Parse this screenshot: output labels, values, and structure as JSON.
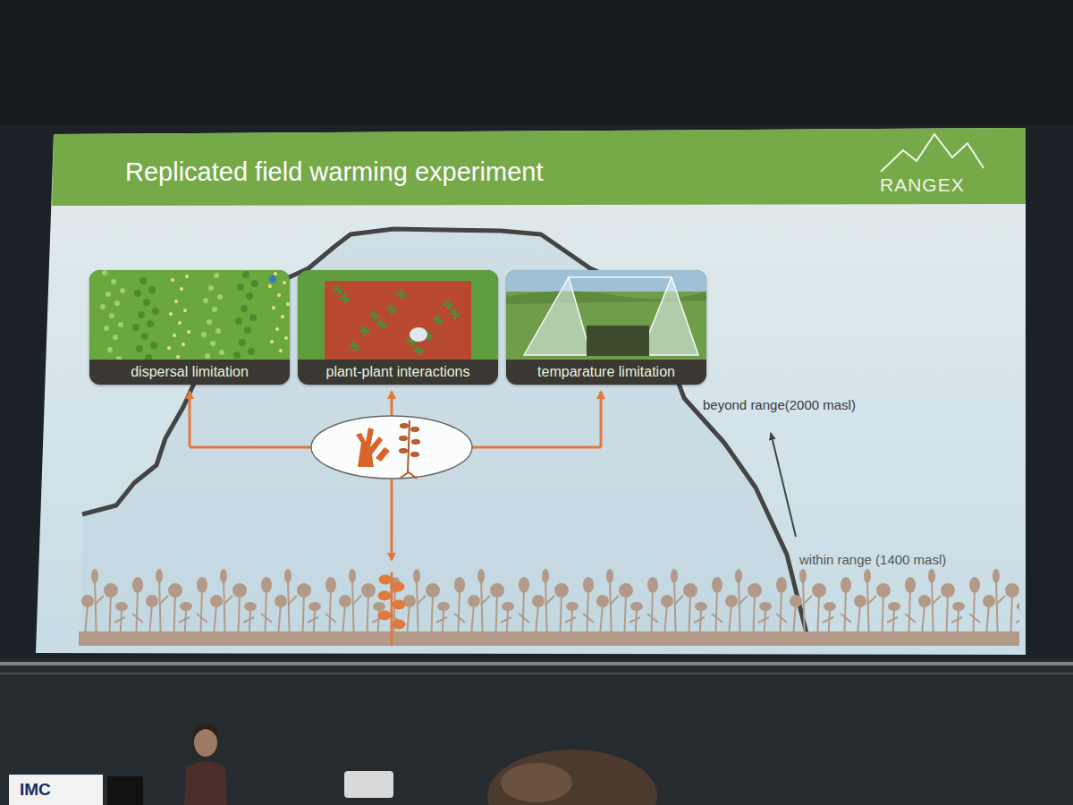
{
  "diagram": {
    "title": "Replicated field warming experiment",
    "nodes": [
      {
        "text": [
          "dispersal limitation"
        ]
      },
      {
        "text": [
          "plant-plant interactions"
        ]
      },
      {
        "text": [
          "temparature limitation"
        ]
      }
    ],
    "labels": [
      "beyond range(2000 masl)",
      "within range (1400 masl)",
      "RANGEX",
      "IMC"
    ]
  }
}
